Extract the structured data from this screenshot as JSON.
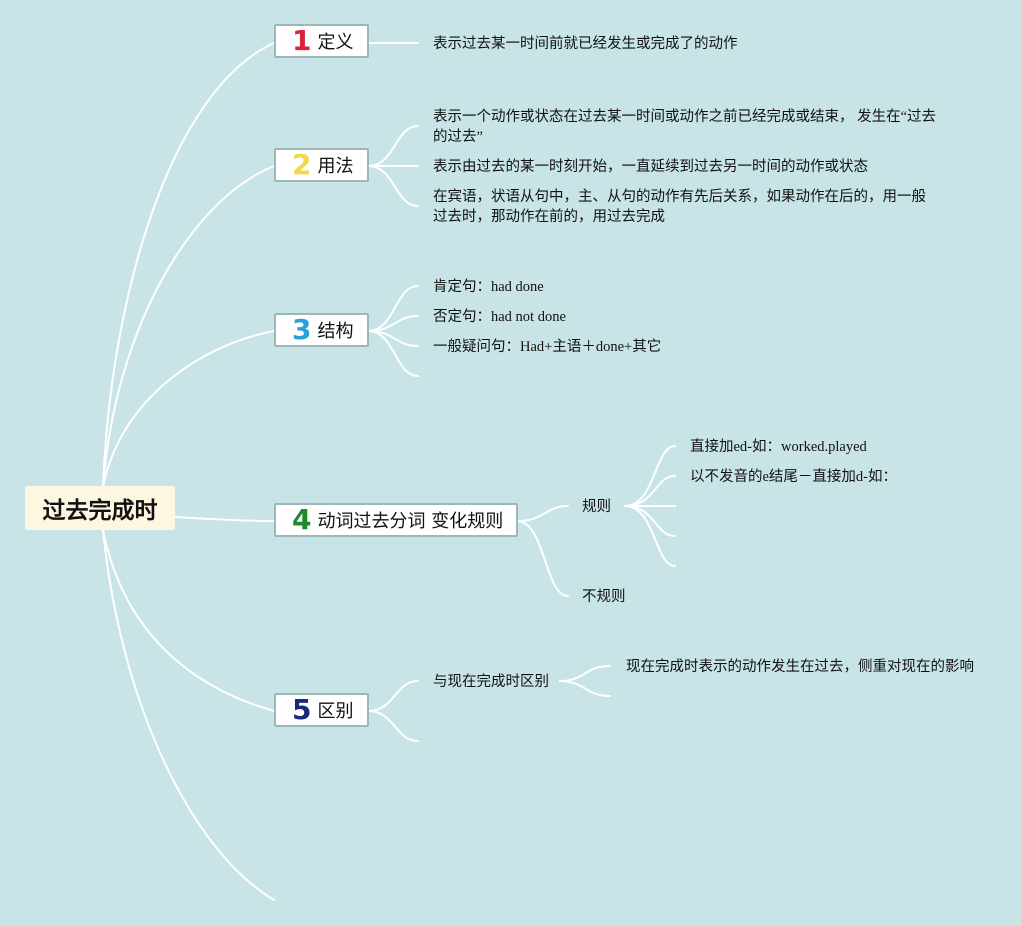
{
  "root": {
    "label": "过去完成时"
  },
  "branches": [
    {
      "num": "1",
      "num_color": "#d8243a",
      "label": "定义",
      "children": [
        "表示过去某一时间前就已经发生或完成了的动作"
      ]
    },
    {
      "num": "2",
      "num_color": "#f2d84a",
      "label": "用法",
      "children": [
        "表示一个动作或状态在过去某一时间或动作之前已经完成或结束， 发生在“过去的过去”",
        "表示由过去的某一时刻开始，一直延续到过去另一时间的动作或状态",
        "在宾语，状语从句中，主、从句的动作有先后关系，如果动作在后的，用一般过去时，那动作在前的，用过去完成"
      ]
    },
    {
      "num": "3",
      "num_color": "#2aa0d8",
      "label": "结构",
      "children": [
        "肯定句：had done",
        "否定句：had not done",
        "一般疑问句：Had+主语＋done+其它"
      ]
    },
    {
      "num": "4",
      "num_color": "#1e8a2c",
      "label": "动词过去分词 变化规则",
      "sub": [
        {
          "label": "规则",
          "children": [
            "直接加ed-如：worked.played",
            "以不发音的e结尾－直接加d-如："
          ]
        },
        {
          "label": "不规则"
        }
      ]
    },
    {
      "num": "5",
      "num_color": "#1a2a7a",
      "label": "区别",
      "sub": [
        {
          "label": "与现在完成时区别",
          "children": [
            "现在完成时表示的动作发生在过去，侧重对现在的影响"
          ]
        }
      ]
    }
  ],
  "colors": {
    "background": "#c8e4e6",
    "connector": "#ffffff",
    "root_fill": "#fdf6e0"
  }
}
